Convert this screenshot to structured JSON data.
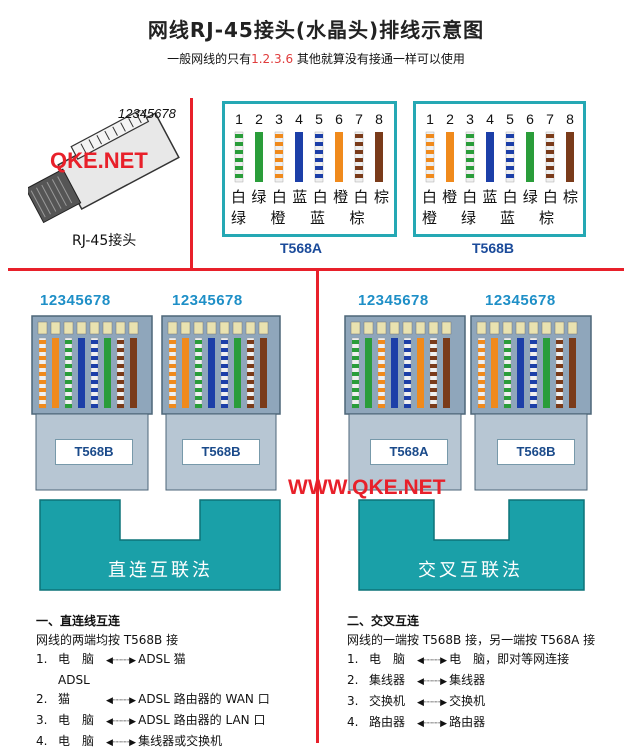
{
  "title": "网线RJ-45接头(水晶头)排线示意图",
  "subtitle": {
    "before": "一般网线的只有",
    "highlight": "1.2.3.6",
    "after": " 其他就算没有接通一样可以使用"
  },
  "connector": {
    "pin_numbers": "12345678",
    "label": "RJ-45接头",
    "watermark": "QKE.NET"
  },
  "pinout_panels": [
    {
      "standard": "T568A",
      "pins": [
        "1",
        "2",
        "3",
        "4",
        "5",
        "6",
        "7",
        "8"
      ],
      "colors_top": [
        "白",
        "绿",
        "白",
        "蓝",
        "白",
        "橙",
        "白",
        "棕"
      ],
      "colors_bottom": [
        "绿",
        "橙",
        "蓝",
        "棕"
      ]
    },
    {
      "standard": "T568B",
      "pins": [
        "1",
        "2",
        "3",
        "4",
        "5",
        "6",
        "7",
        "8"
      ],
      "colors_top": [
        "白",
        "橙",
        "白",
        "蓝",
        "白",
        "绿",
        "白",
        "棕"
      ],
      "colors_bottom": [
        "橙",
        "绿",
        "蓝",
        "棕"
      ]
    }
  ],
  "wire_colors": {
    "T568A": [
      "#f0f0f0|#2a9d3a",
      "#2a9d3a",
      "#f0f0f0|#f08a1c",
      "#1c3fa8",
      "#f0f0f0|#1c3fa8",
      "#f08a1c",
      "#f0f0f0|#7a3b1a",
      "#7a3b1a"
    ],
    "T568B": [
      "#f0f0f0|#f08a1c",
      "#f08a1c",
      "#f0f0f0|#2a9d3a",
      "#1c3fa8",
      "#f0f0f0|#1c3fa8",
      "#2a9d3a",
      "#f0f0f0|#7a3b1a",
      "#7a3b1a"
    ]
  },
  "straight": {
    "plug_numbers": [
      "12345678",
      "12345678"
    ],
    "plug_labels": [
      "T568B",
      "T568B"
    ],
    "cable_label": "直连互联法"
  },
  "crossover": {
    "plug_numbers": [
      "12345678",
      "12345678"
    ],
    "plug_labels": [
      "T568A",
      "T568B"
    ],
    "cable_label": "交叉互联法"
  },
  "watermark_center": "WWW.QKE.NET",
  "notes_left": {
    "heading": "一、直连线互连",
    "intro": "网线的两端均按 T568B 接",
    "items": [
      {
        "num": "1.",
        "from": "电　脑",
        "to": "ADSL 猫"
      },
      {
        "num": "2.",
        "from": "ADSL 猫",
        "to": "ADSL 路由器的 WAN 口"
      },
      {
        "num": "3.",
        "from": "电　脑",
        "to": "ADSL 路由器的 LAN 口"
      },
      {
        "num": "4.",
        "from": "电　脑",
        "to": "集线器或交换机"
      }
    ]
  },
  "notes_right": {
    "heading": "二、交叉互连",
    "intro": "网线的一端按 T568B 接，另一端按 T568A 接",
    "items": [
      {
        "num": "1.",
        "from": "电　脑",
        "to": "电　脑，即对等网连接"
      },
      {
        "num": "2.",
        "from": "集线器",
        "to": "集线器"
      },
      {
        "num": "3.",
        "from": "交换机",
        "to": "交换机"
      },
      {
        "num": "4.",
        "from": "路由器",
        "to": "路由器"
      }
    ]
  },
  "colors": {
    "teal": "#25a8b4",
    "red": "#e8202a",
    "plug_gray": "#8fa6bb",
    "cable_teal": "#1aa0a8"
  }
}
